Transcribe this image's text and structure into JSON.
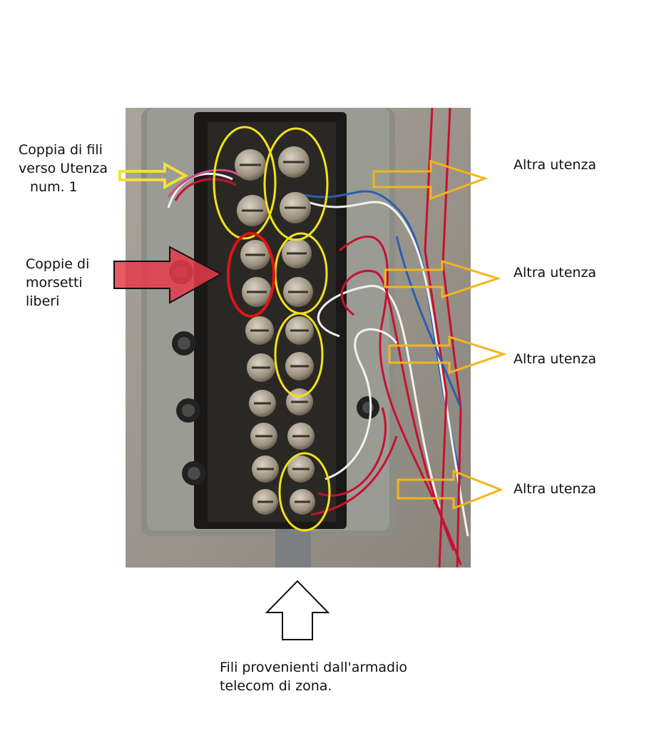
{
  "photo": {
    "subject": "telephone-junction-box",
    "wire_colors": {
      "red": "#c8102e",
      "white": "#f2f2f2",
      "blue": "#2a5fb0"
    }
  },
  "annotations": {
    "pair_to_user": {
      "line1": "Coppia di fili",
      "line2": "verso Utenza",
      "line3": "num. 1"
    },
    "free_terminals": {
      "line1": "Coppie di",
      "line2": "morsetti",
      "line3": "liberi"
    },
    "other_users": [
      "Altra utenza",
      "Altra utenza",
      "Altra utenza",
      "Altra utenza"
    ],
    "incoming": {
      "line1": "Fili provenienti dall'armadio",
      "line2": "telecom di zona."
    }
  },
  "colors": {
    "yellow_arrow": "#f5df3a",
    "orange_arrow": "#f3b51c",
    "yellow_circle": "#f1e21b",
    "red_circle": "#e01414",
    "red_arrow": "#e53b4a"
  }
}
